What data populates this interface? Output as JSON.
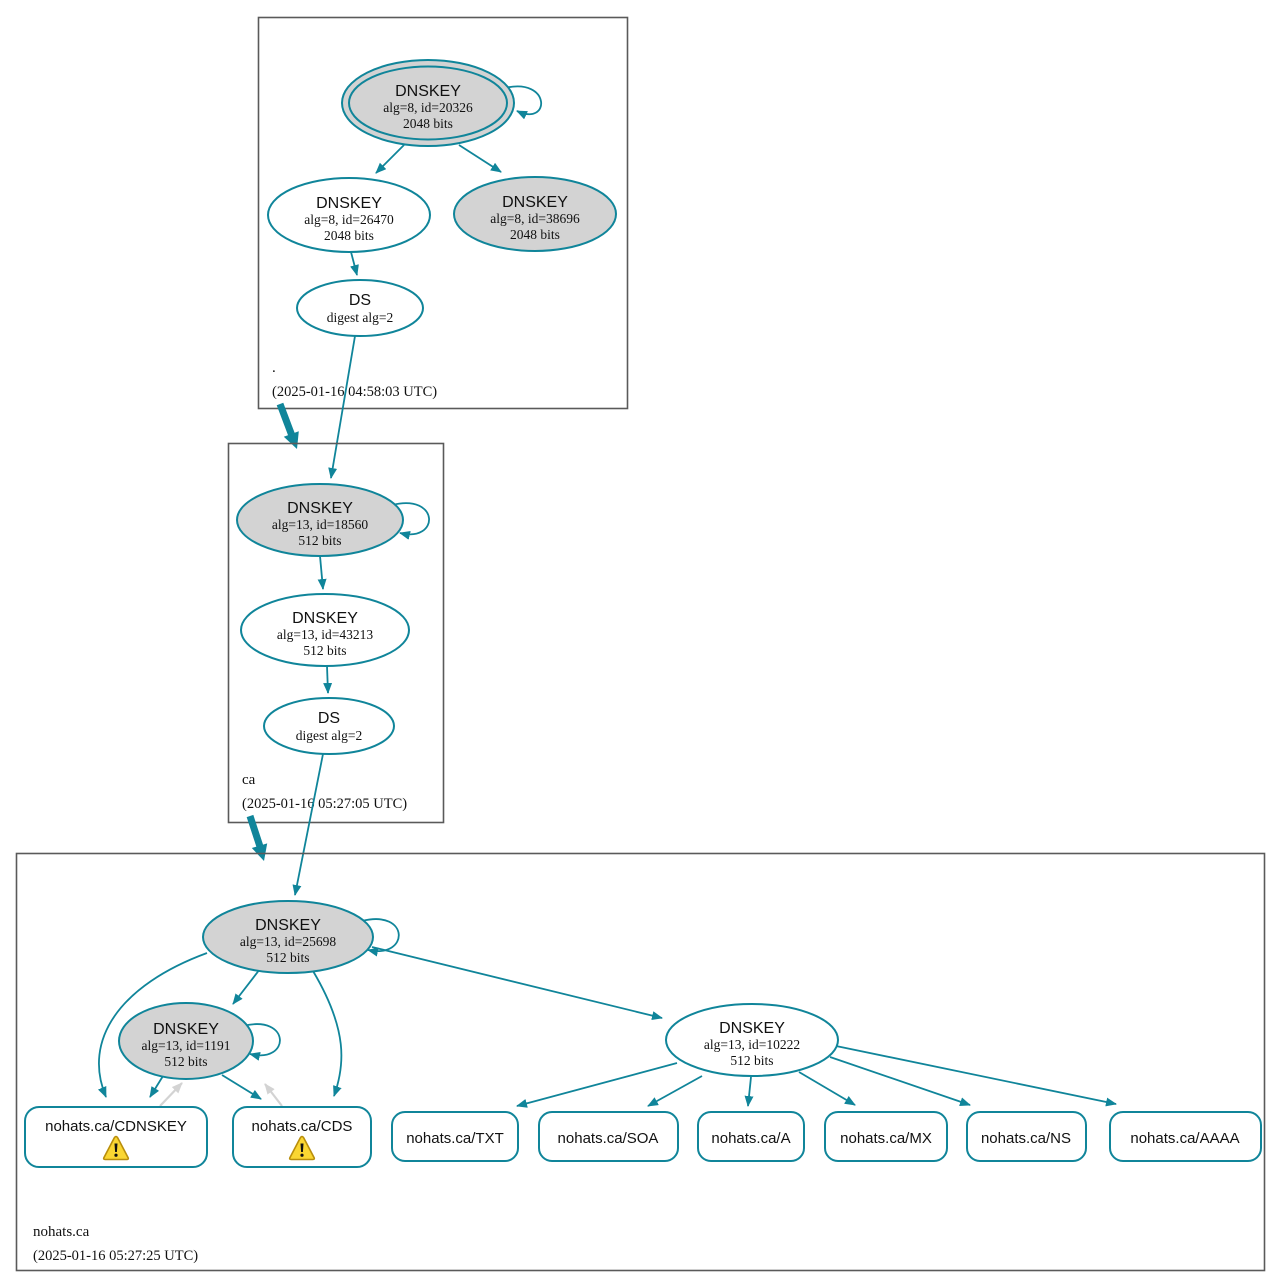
{
  "diagram": {
    "kind": "dnssec-authentication-chain-graph",
    "colors": {
      "secure_edge": "#10859a",
      "node_fill_inactive": "#d3d3d3",
      "node_fill_active": "#ffffff",
      "gray_reference_edge": "#d3d3d3",
      "zone_border": "#5a5a5a",
      "warning_fill": "#fad632",
      "warning_border": "#b98e0c"
    }
  },
  "zones": {
    "root": {
      "label": ".",
      "timestamp": "(2025-01-16 04:58:03 UTC)",
      "ksk": {
        "title": "DNSKEY",
        "meta": "alg=8, id=20326",
        "bits": "2048 bits"
      },
      "zsk": {
        "title": "DNSKEY",
        "meta": "alg=8, id=26470",
        "bits": "2048 bits"
      },
      "standby": {
        "title": "DNSKEY",
        "meta": "alg=8, id=38696",
        "bits": "2048 bits"
      },
      "ds": {
        "title": "DS",
        "meta": "digest alg=2"
      }
    },
    "ca": {
      "label": "ca",
      "timestamp": "(2025-01-16 05:27:05 UTC)",
      "ksk": {
        "title": "DNSKEY",
        "meta": "alg=13, id=18560",
        "bits": "512 bits"
      },
      "zsk": {
        "title": "DNSKEY",
        "meta": "alg=13, id=43213",
        "bits": "512 bits"
      },
      "ds": {
        "title": "DS",
        "meta": "digest alg=2"
      }
    },
    "nohats": {
      "label": "nohats.ca",
      "timestamp": "(2025-01-16 05:27:25 UTC)",
      "ksk": {
        "title": "DNSKEY",
        "meta": "alg=13, id=25698",
        "bits": "512 bits"
      },
      "zsk1": {
        "title": "DNSKEY",
        "meta": "alg=13, id=1191",
        "bits": "512 bits"
      },
      "zsk2": {
        "title": "DNSKEY",
        "meta": "alg=13, id=10222",
        "bits": "512 bits"
      },
      "rrsets": [
        {
          "label": "nohats.ca/CDNSKEY",
          "warning": true
        },
        {
          "label": "nohats.ca/CDS",
          "warning": true
        },
        {
          "label": "nohats.ca/TXT",
          "warning": false
        },
        {
          "label": "nohats.ca/SOA",
          "warning": false
        },
        {
          "label": "nohats.ca/A",
          "warning": false
        },
        {
          "label": "nohats.ca/MX",
          "warning": false
        },
        {
          "label": "nohats.ca/NS",
          "warning": false
        },
        {
          "label": "nohats.ca/AAAA",
          "warning": false
        }
      ]
    }
  },
  "edges": [
    "root-ksk-20326 self-sign",
    "root-ksk-20326 -> root-zsk-26470",
    "root-ksk-20326 -> root-standby-38696",
    "root-zsk-26470 -> root-ds",
    "root-ds -> ca-ksk-18560",
    "root-zone -> ca-zone delegation",
    "ca-ksk-18560 self-sign",
    "ca-ksk-18560 -> ca-zsk-43213",
    "ca-zsk-43213 -> ca-ds",
    "ca-ds -> nohats-ksk-25698",
    "ca-zone -> nohats-zone delegation",
    "nohats-ksk-25698 self-sign",
    "nohats-ksk-25698 -> nohats-zsk-1191",
    "nohats-ksk-25698 -> nohats.ca/CDNSKEY",
    "nohats-ksk-25698 -> nohats.ca/CDS",
    "nohats-ksk-25698 -> nohats-zsk-10222",
    "nohats-zsk-1191 self-sign",
    "nohats-zsk-1191 -> nohats.ca/CDNSKEY",
    "nohats-zsk-1191 -> nohats.ca/CDS",
    "nohats.ca/CDNSKEY -> nohats-zsk-1191 (gray reference)",
    "nohats.ca/CDS -> nohats-zsk-1191 (gray reference)",
    "nohats-zsk-10222 -> nohats.ca/TXT",
    "nohats-zsk-10222 -> nohats.ca/SOA",
    "nohats-zsk-10222 -> nohats.ca/A",
    "nohats-zsk-10222 -> nohats.ca/MX",
    "nohats-zsk-10222 -> nohats.ca/NS",
    "nohats-zsk-10222 -> nohats.ca/AAAA"
  ]
}
